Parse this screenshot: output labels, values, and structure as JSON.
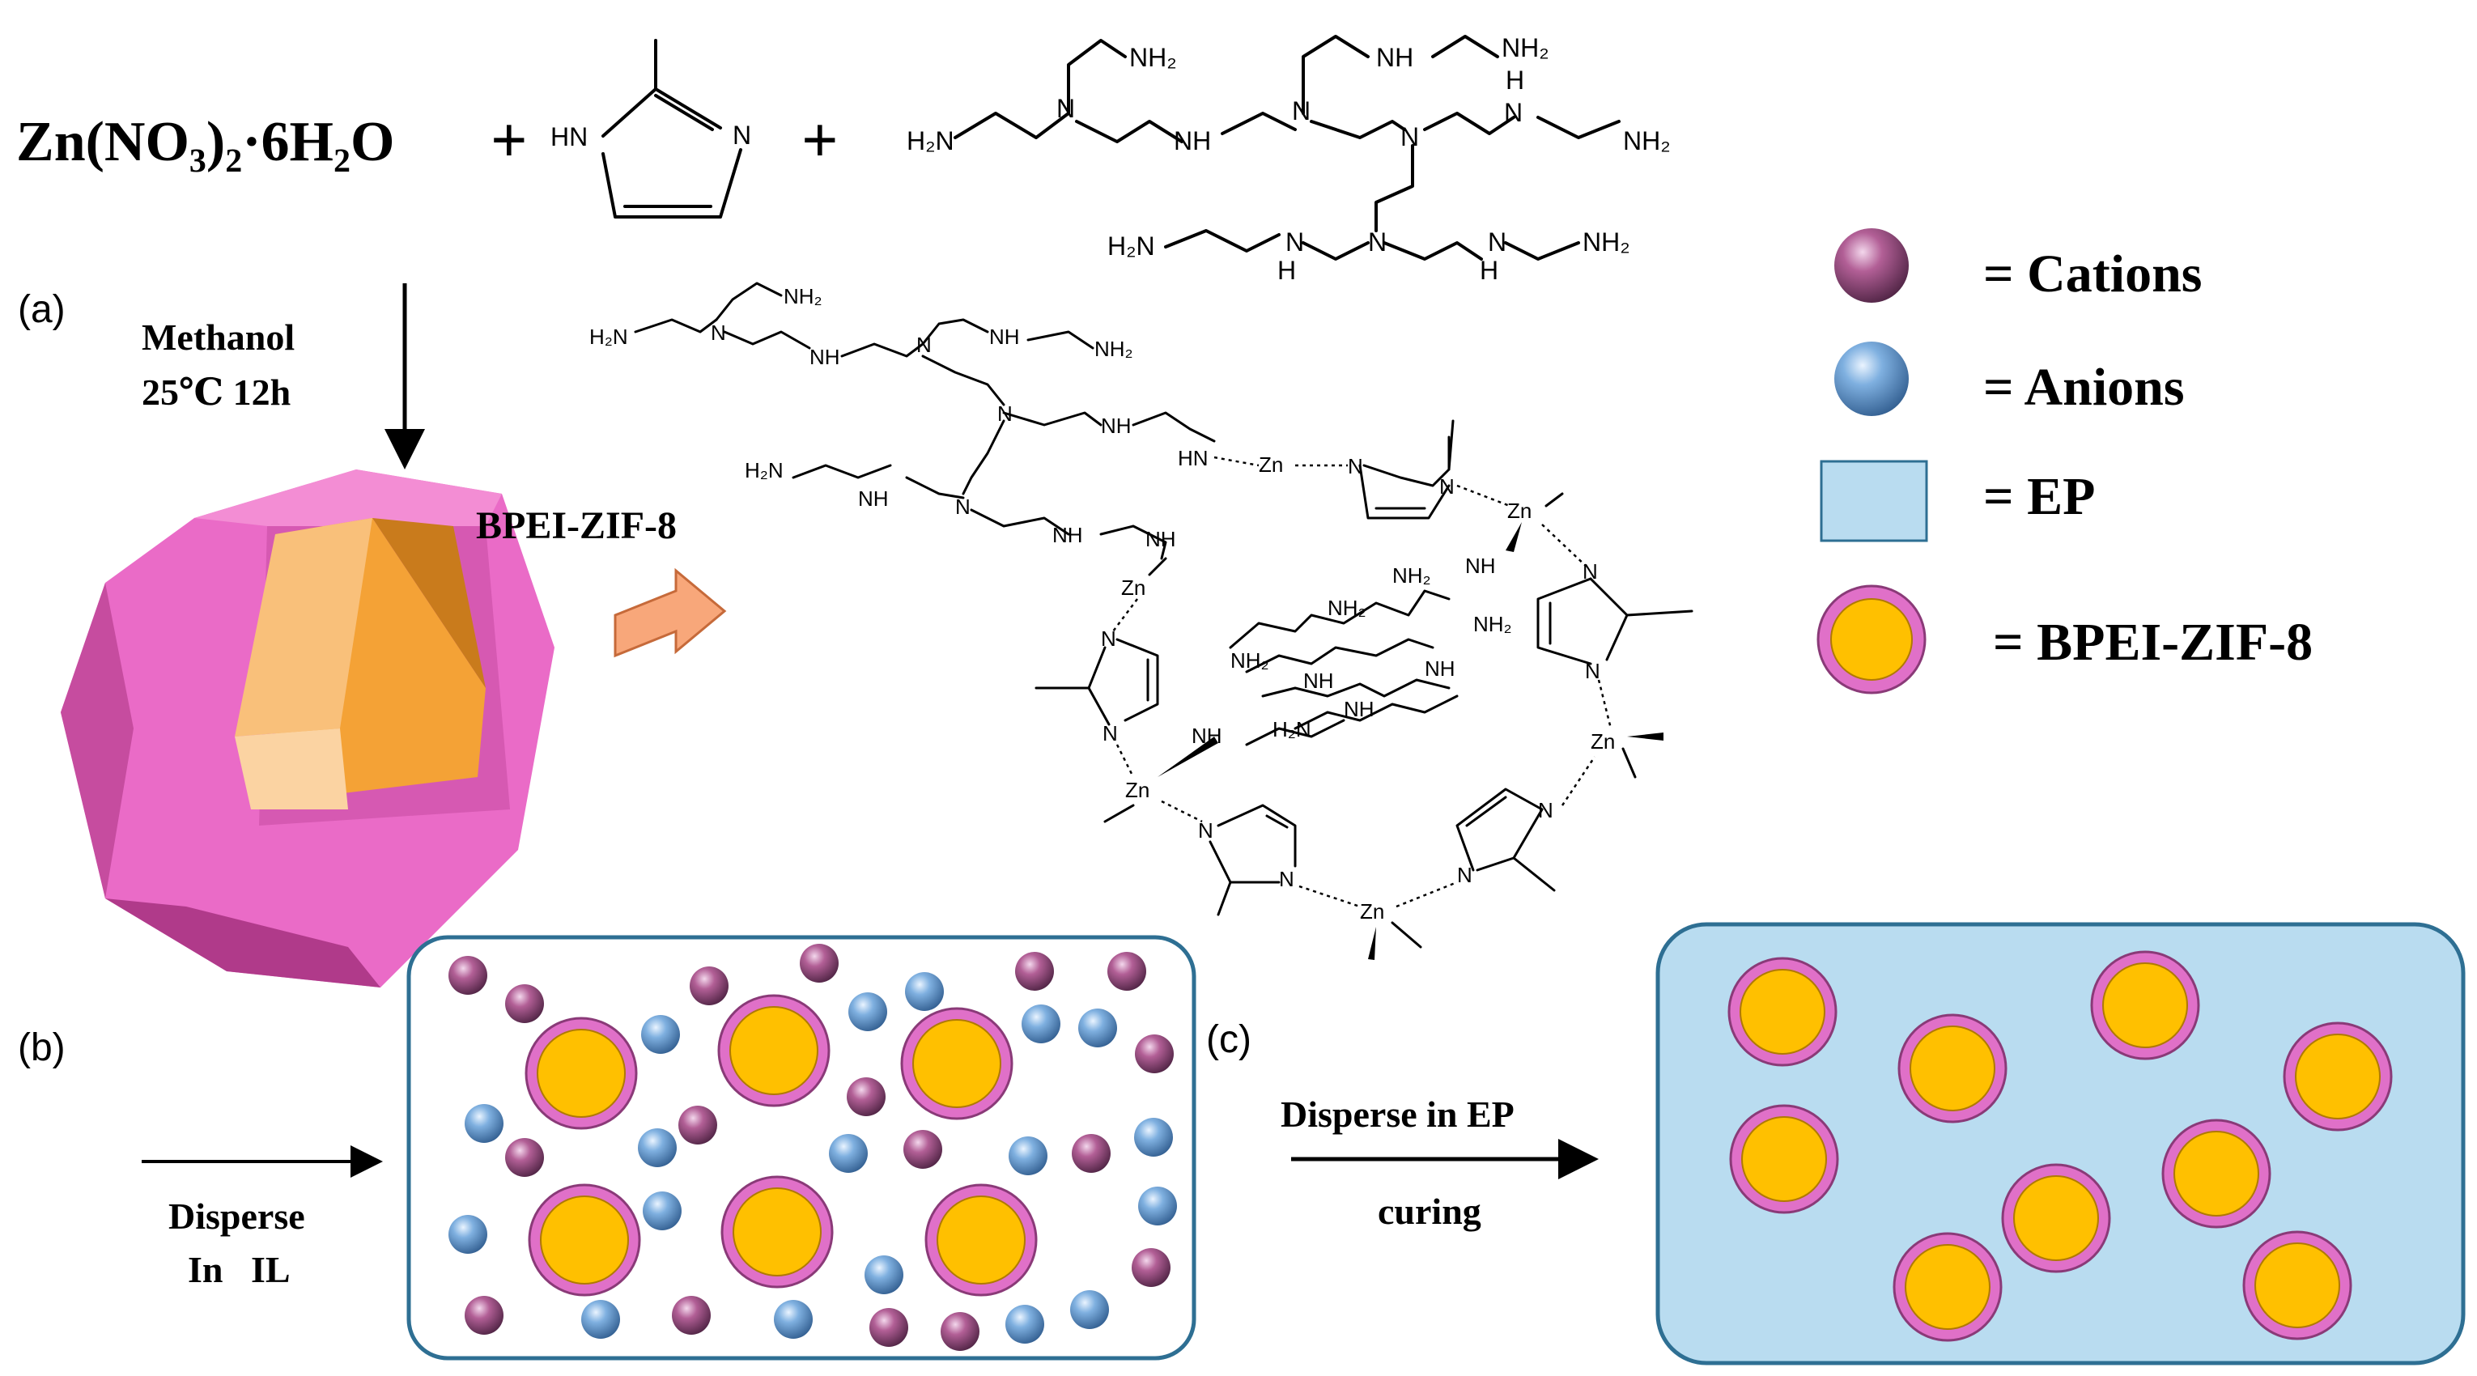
{
  "reaction": {
    "zn_salt": "Zn(NO₃)₂·6H₂O",
    "plus": "+",
    "imidazole_label": "2-methylimidazole",
    "bpei_label": "BPEI"
  },
  "panel_labels": {
    "a": "(a)",
    "b": "(b)",
    "c": "(c)"
  },
  "step_a": {
    "line1": "Methanol",
    "line2": "25℃ 12h"
  },
  "product": "BPEI-ZIF-8",
  "step_b": {
    "line1": "Disperse",
    "line2": "In   IL"
  },
  "step_c": {
    "line1": "Disperse in EP",
    "line2": "curing"
  },
  "legend": [
    {
      "key": "cation",
      "label": "= Cations"
    },
    {
      "key": "anion",
      "label": "= Anions"
    },
    {
      "key": "ep",
      "label": "= EP"
    },
    {
      "key": "bpei_zif8",
      "label": "= BPEI-ZIF-8"
    }
  ],
  "atoms": {
    "zn": "Zn",
    "n": "N",
    "nh": "NH",
    "hn": "HN",
    "nh2": "NH₂",
    "h2n": "H₂N",
    "h": "H"
  },
  "colors": {
    "cation": "#7a3a62",
    "anion": "#5b8fc7",
    "ep_fill": "#b9dcf0",
    "ep_border": "#2e6f93",
    "particle_core": "#ffc000",
    "particle_shell": "#e070c8",
    "crystal_outer": "#ea6bc7",
    "crystal_core": "#f4a236",
    "arrow_fill": "#f8a77a"
  }
}
